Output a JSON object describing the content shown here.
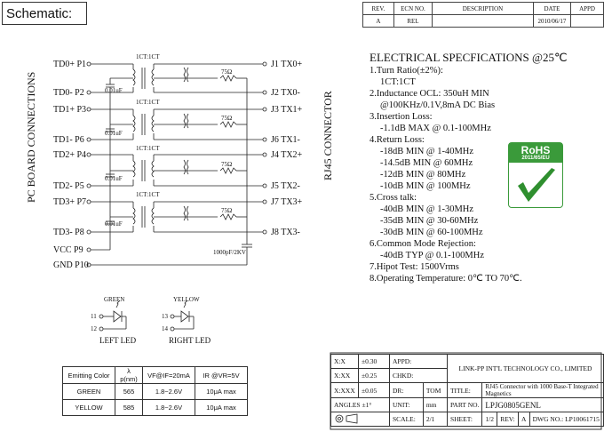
{
  "schematic_title": "Schematic:",
  "revision_table": {
    "headers": [
      "REV.",
      "ECN NO.",
      "DESCRIPTION",
      "DATE",
      "APPD"
    ],
    "row": [
      "A",
      "REL",
      "",
      "2010/06/17",
      ""
    ]
  },
  "left_pins": [
    {
      "label": "TD0+ P1"
    },
    {
      "label": "TD0- P2"
    },
    {
      "label": "TD1+ P3"
    },
    {
      "label": "TD1- P6"
    },
    {
      "label": "TD2+ P4"
    },
    {
      "label": "TD2- P5"
    },
    {
      "label": "TD3+ P7"
    },
    {
      "label": "TD3- P8"
    },
    {
      "label": "VCC P9"
    },
    {
      "label": "GND P10"
    }
  ],
  "right_pins": [
    "J1 TX0+",
    "J2 TX0-",
    "J3 TX1+",
    "J6 TX1-",
    "J4 TX2+",
    "J5 TX2-",
    "J7 TX3+",
    "J8 TX3-"
  ],
  "side_labels": {
    "left": "PC BOARD CONNECTIONS",
    "right": "RJ45 CONNECTOR"
  },
  "circuit_labels": {
    "ratio": "1CT:1CT",
    "resistor": "75Ω",
    "cap": "0.01uF",
    "hv_cap": "1000pF/2KV"
  },
  "spec_title": "ELECTRICAL SPECFICATIONS @25℃",
  "spec_lines": [
    "1.Turn Ratio(±2%):",
    "1CT:1CT",
    "2.Inductance OCL: 350uH MIN",
    "@100KHz/0.1V,8mA DC Bias",
    "3.Insertion Loss:",
    "-1.1dB MAX @ 0.1-100MHz",
    "4.Return Loss:",
    "-18dB MIN @ 1-40MHz",
    "-14.5dB MIN @ 60MHz",
    "-12dB MIN @ 80MHz",
    "-10dB MIN @ 100MHz",
    "5.Cross talk:",
    "-40dB MIN @ 1-30MHz",
    "-35dB MIN @ 30-60MHz",
    "-30dB MIN @ 60-100MHz",
    "6.Common Mode Rejection:",
    "-40dB TYP @ 0.1-100MHz",
    "7.Hipot Test: 1500Vrms",
    "8.Operating Temperature: 0℃ TO 70℃."
  ],
  "rohs": {
    "title": "RoHS",
    "subtitle": "2011/65/EU"
  },
  "leds": {
    "left": {
      "color": "GREEN",
      "pin_a": "11",
      "pin_b": "12",
      "caption": "LEFT LED"
    },
    "right": {
      "color": "YELLOW",
      "pin_a": "13",
      "pin_b": "14",
      "caption": "RIGHT LED"
    }
  },
  "led_table": {
    "headers": [
      "Emitting Color",
      "λ p(nm)",
      "VF@IF=20mA",
      "IR @VR=5V"
    ],
    "rows": [
      [
        "GREEN",
        "565",
        "1.8~2.6V",
        "10μA max"
      ],
      [
        "YELLOW",
        "585",
        "1.8~2.6V",
        "10μA max"
      ]
    ]
  },
  "title_block": {
    "tol1": "X:X",
    "tol1v": "±0.30",
    "appd": "APPD:",
    "company": "LINK-PP INT'L TECHNOLOGY CO., LIMITED",
    "tol2": "X:XX",
    "tol2v": "±0.25",
    "chkd": "CHKD:",
    "title_label": "TITLE:",
    "title_value": "RJ45 Connector with 1000 Base-T Integrated Magnetics",
    "tol3": "X:XXX",
    "tol3v": "±0.05",
    "dr": "DR:",
    "dr_value": "TOM",
    "part_label": "PART NO.",
    "part_value": "LPJG0805GENL",
    "angles": "ANGLES ±1°",
    "unit": "UNIT:",
    "unit_value": "mm",
    "scale": "SCALE:",
    "sheet": "SHEET:",
    "sheet_a": "2/1",
    "sheet_b": "1/2",
    "rev": "REV:",
    "rev_value": "A",
    "dwg": "DWG NO.:",
    "dwg_value": "LP10061715"
  }
}
